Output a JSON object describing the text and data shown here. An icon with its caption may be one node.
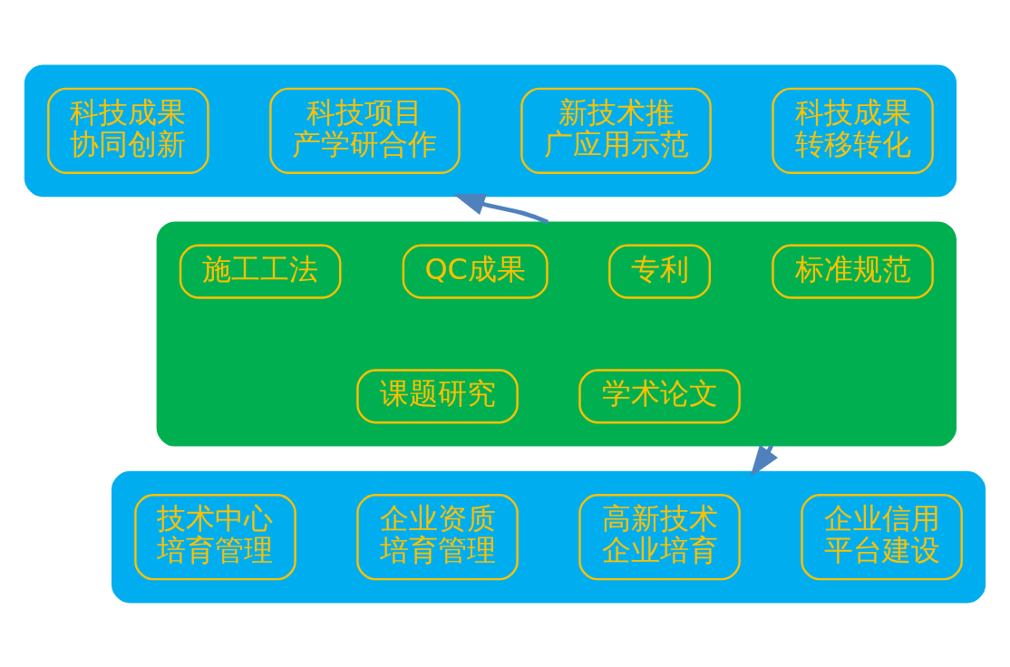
{
  "diagram": {
    "nodes": [
      {
        "text": [],
        "shape": "box"
      },
      {
        "text": [
          "科技成果协同创新"
        ],
        "in": 0
      },
      {
        "text": [
          "科技项目产学研合作"
        ],
        "in": 0
      },
      {
        "text": [
          "新技术推广应用示范"
        ],
        "in": 0
      },
      {
        "text": [
          "科技成果转移转化"
        ],
        "in": 0
      },
      {
        "text": [],
        "shape": "box"
      },
      {
        "text": [
          "施工工法"
        ],
        "in": 5
      },
      {
        "text": [
          "专利"
        ],
        "in": 5
      },
      {
        "text": [
          "QC成果"
        ],
        "in": 5
      },
      {
        "text": [
          "标准规范"
        ],
        "in": 5
      },
      {
        "text": [
          "学术论文"
        ],
        "in": 5
      },
      {
        "text": [
          "课题研究"
        ],
        "in": 5
      },
      {
        "text": [],
        "shape": "box"
      },
      {
        "text": [
          "技术中心培育管理"
        ],
        "in": 12
      },
      {
        "text": [
          "高新技术企业培育"
        ],
        "in": 12
      },
      {
        "text": [
          "企业资质培育管理"
        ],
        "in": 12
      },
      {
        "text": [
          "企业信用平台建设"
        ],
        "in": 12
      }
    ],
    "edges": [
      {
        "from": 5,
        "to": 0,
        "arrow": "to"
      },
      {
        "from": 5,
        "to": 12,
        "arrow": "to"
      }
    ]
  }
}
